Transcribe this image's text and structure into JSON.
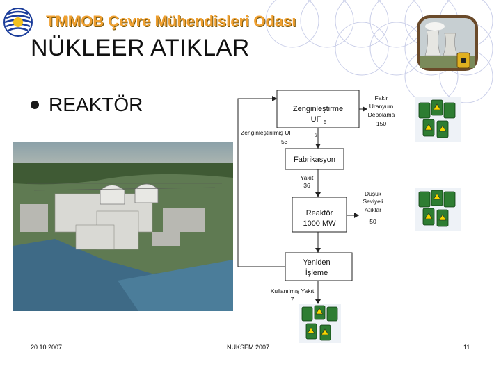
{
  "header": {
    "org_title": "TMMOB Çevre Mühendisleri Odası",
    "page_title": "NÜKLEER ATIKLAR"
  },
  "bullet": {
    "text": "REAKTÖR"
  },
  "diagram": {
    "enrichment_box": {
      "line1": "Zenginleştirme",
      "line2": "UF",
      "sub": "6"
    },
    "depleted_storage": {
      "line1": "Fakir",
      "line2": "Uranyum",
      "line3": "Depolama",
      "value": "150"
    },
    "enriched_label": {
      "line1": "Zenginleştirilmiş UF",
      "sub": "6",
      "value": "53"
    },
    "fabrication_box": {
      "label": "Fabrikasyon"
    },
    "fuel_label": {
      "line1": "Yakıt",
      "value": "36"
    },
    "reactor_box": {
      "line1": "Reaktör",
      "line2": "1000 MW"
    },
    "low_level": {
      "line1": "Düşük",
      "line2": "Seviyeli",
      "line3": "Atıklar",
      "value": "50"
    },
    "reprocessing_box": {
      "line1": "Yeniden",
      "line2": "İşleme"
    },
    "spent_fuel": {
      "line1": "Kullanılmış Yakıt",
      "value": "7"
    }
  },
  "footer": {
    "date": "20.10.2007",
    "center": "NÜKSEM 2007",
    "page": "11"
  },
  "colors": {
    "org_title": "#f0a030",
    "circle_stroke": "#c8cde8",
    "barrel_green": "#2e7d32",
    "hazard_yellow": "#f5d800"
  }
}
